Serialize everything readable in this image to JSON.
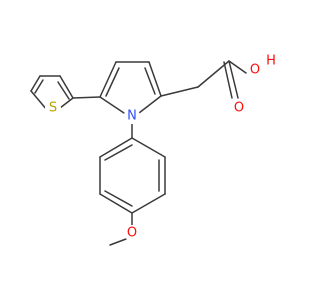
{
  "molecule": {
    "atoms": {
      "O_hydroxyl": "O",
      "H_hydroxyl": "H",
      "O_carbonyl": "O",
      "S_thiophene": "S",
      "N_pyrrole": "N",
      "O_methoxy": "O"
    }
  },
  "colors": {
    "bond": "#3a3a3a",
    "oxygen": "#ff0d0d",
    "sulfur": "#b8a100",
    "nitrogen": "#3050f8",
    "background": "#ffffff"
  }
}
